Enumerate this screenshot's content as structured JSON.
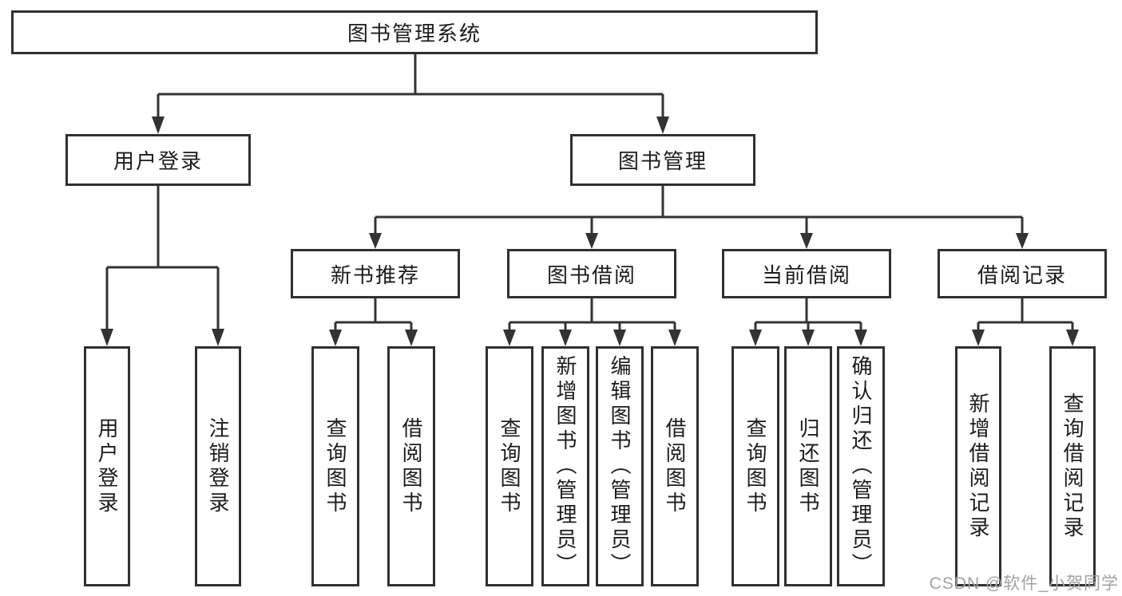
{
  "watermark": "CSDN @软件_小贺同学",
  "root": {
    "label": "图书管理系统"
  },
  "branches": [
    {
      "label": "用户登录",
      "children": [
        {
          "label": "用户登录"
        },
        {
          "label": "注销登录"
        }
      ]
    },
    {
      "label": "图书管理",
      "groups": [
        {
          "label": "新书推荐",
          "children": [
            {
              "label": "查询图书"
            },
            {
              "label": "借阅图书"
            }
          ]
        },
        {
          "label": "图书借阅",
          "children": [
            {
              "label": "查询图书"
            },
            {
              "label": "新增图书（管理员）"
            },
            {
              "label": "编辑图书（管理员）"
            },
            {
              "label": "借阅图书"
            }
          ]
        },
        {
          "label": "当前借阅",
          "children": [
            {
              "label": "查询图书"
            },
            {
              "label": "归还图书"
            },
            {
              "label": "确认归还（管理员）"
            }
          ]
        },
        {
          "label": "借阅记录",
          "children": [
            {
              "label": "新增借阅记录"
            },
            {
              "label": "查询借阅记录"
            }
          ]
        }
      ]
    }
  ]
}
